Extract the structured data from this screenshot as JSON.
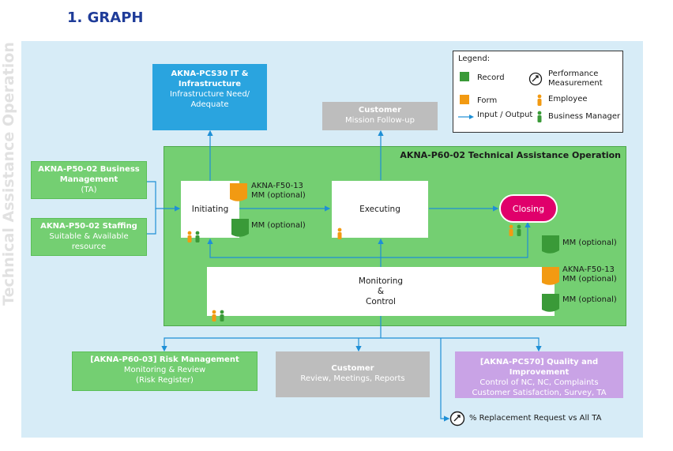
{
  "title": "1. GRAPH",
  "side_title": "Technical Assistance Operation",
  "legend": {
    "title": "Legend:",
    "record": "Record",
    "form": "Form",
    "io": "Input / Output",
    "perf": "Performance Measurement",
    "employee": "Employee",
    "manager": "Business Manager"
  },
  "boxes": {
    "pcs30": {
      "title": "AKNA-PCS30 IT & Infrastructure",
      "sub": "Infrastructure Need/ Adequate"
    },
    "customer_top": {
      "title": "Customer",
      "sub": "Mission Follow-up"
    },
    "p50_mgmt": {
      "title": "AKNA-P50-02 Business Management",
      "sub": "(TA)"
    },
    "p50_staff": {
      "title": "AKNA-P50-02 Staffing",
      "sub": "Suitable & Available resource"
    },
    "p60_01": {
      "title": "[AKNA-P60-03] Risk Management",
      "sub": "Monitoring & Review",
      "sub2": "(Risk Register)"
    },
    "customer_bottom": {
      "title": "Customer",
      "sub": "Review, Meetings, Reports"
    },
    "pcs70": {
      "title": "[AKNA-PCS70] Quality and Improvement",
      "sub": "Control of NC, NC, Complaints",
      "sub2": "Customer Satisfaction, Survey, TA"
    }
  },
  "process": {
    "title": "AKNA-P60-02 Technical Assistance Operation",
    "initiating": "Initiating",
    "executing": "Executing",
    "closing": "Closing",
    "monitoring": [
      "Monitoring",
      "&",
      "Control"
    ]
  },
  "docs": {
    "init_form": "AKNA-F50-13",
    "init_form2": "MM (optional)",
    "init_record": "MM (optional)",
    "close_record": "MM (optional)",
    "mon_form": "AKNA-F50-13",
    "mon_form2": "MM (optional)",
    "mon_record": "MM (optional)"
  },
  "kpi": "% Replacement Request vs All TA",
  "colors": {
    "record": "#3a9a38",
    "form": "#f29a12",
    "io": "#1e8fd6",
    "closing": "#e0006b"
  }
}
